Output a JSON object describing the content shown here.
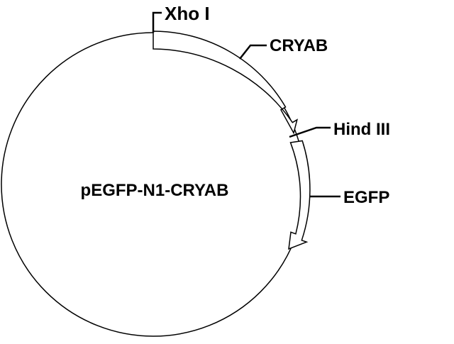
{
  "plasmid": {
    "name": "pEGFP-N1-CRYAB"
  },
  "features": {
    "cryab": {
      "label": "CRYAB"
    },
    "egfp": {
      "label": "EGFP"
    }
  },
  "sites": {
    "xho": {
      "label": "Xho I"
    },
    "hind": {
      "label": "Hind III"
    }
  },
  "colors": {
    "stroke": "#000000",
    "background": "#ffffff"
  }
}
